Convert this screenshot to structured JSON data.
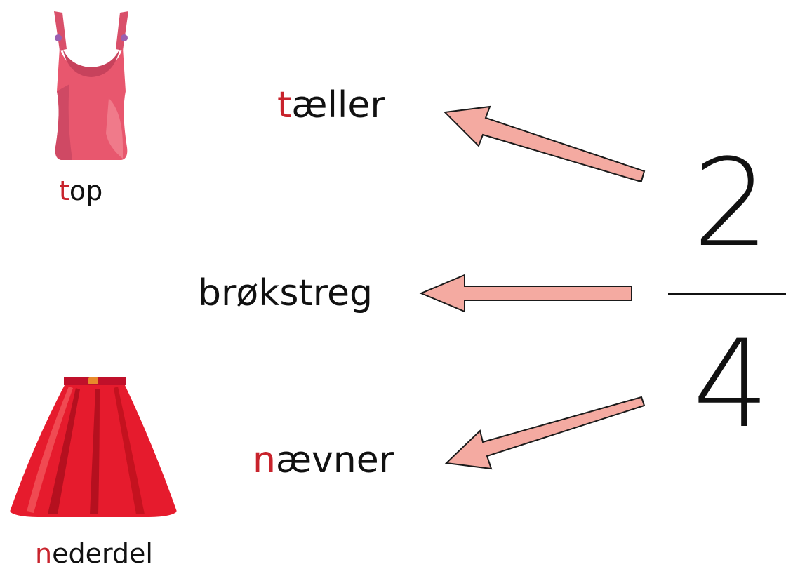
{
  "fraction": {
    "numerator": "2",
    "denominator": "4"
  },
  "terms": {
    "numerator": {
      "first": "t",
      "rest": "æller"
    },
    "bar": "brøkstreg",
    "denominator": {
      "first": "n",
      "rest": "ævner"
    }
  },
  "items": {
    "top": {
      "first": "t",
      "rest": "op",
      "icon": "tank-top-icon"
    },
    "skirt": {
      "first": "n",
      "rest": "ederdel",
      "icon": "skirt-icon"
    }
  },
  "colors": {
    "highlight": "#c8232c",
    "arrow_fill": "#f4aaa1",
    "top_main": "#e8576e",
    "skirt_main": "#e61b2d"
  }
}
